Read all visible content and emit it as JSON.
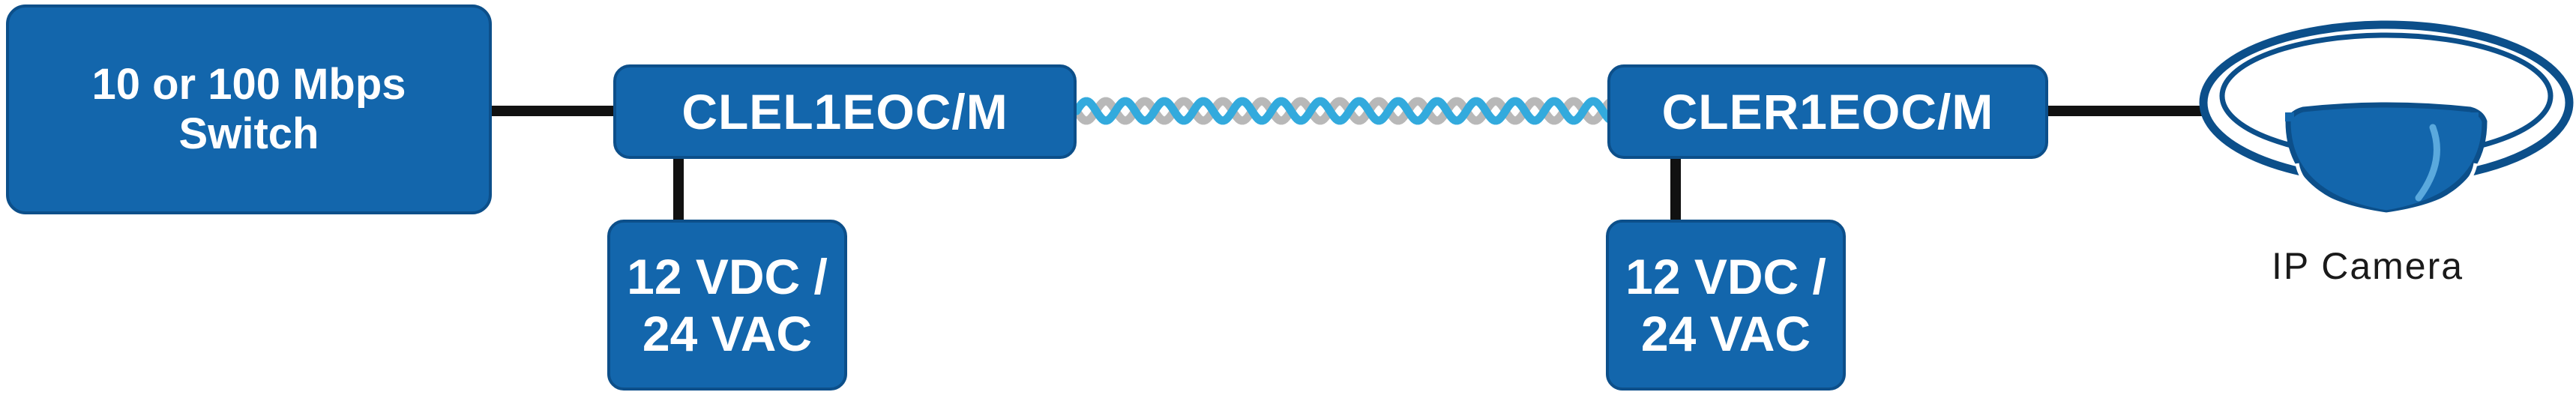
{
  "switch_box": {
    "line1": "10 or 100 Mbps",
    "line2": "Switch"
  },
  "local_unit": {
    "label": "CLEL1EOC/M"
  },
  "remote_unit": {
    "label": "CLER1EOC/M"
  },
  "local_power": {
    "line1": "12 VDC /",
    "line2": "24 VAC"
  },
  "remote_power": {
    "line1": "12 VDC /",
    "line2": "24 VAC"
  },
  "camera": {
    "label": "IP Camera"
  },
  "colors": {
    "box_fill": "#1366ac",
    "box_border": "#0c4f8a",
    "cable_blue": "#33aadd",
    "cable_gray": "#b8b8b8",
    "line": "#111111"
  }
}
